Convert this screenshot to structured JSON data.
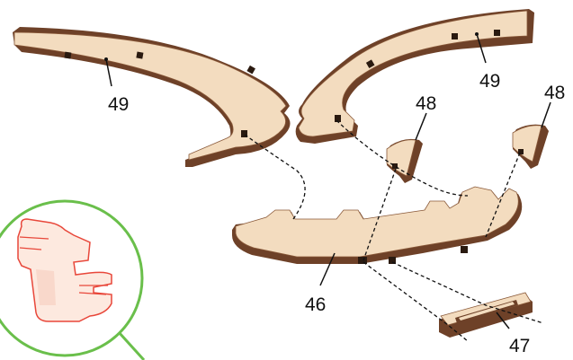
{
  "colors": {
    "wood_face": "#f2dcc0",
    "wood_edge": "#7a4a2e",
    "wood_edge_dark": "#4e2c18",
    "hole": "#2a1a10",
    "leader": "#111111",
    "detail_circle": "#6abf4b",
    "detail_fill": "#fde9df",
    "detail_outline": "#e8473a"
  },
  "labels": {
    "part_49_left": "49",
    "part_49_right": "49",
    "part_48_left": "48",
    "part_48_right": "48",
    "part_46": "46",
    "part_47": "47"
  }
}
